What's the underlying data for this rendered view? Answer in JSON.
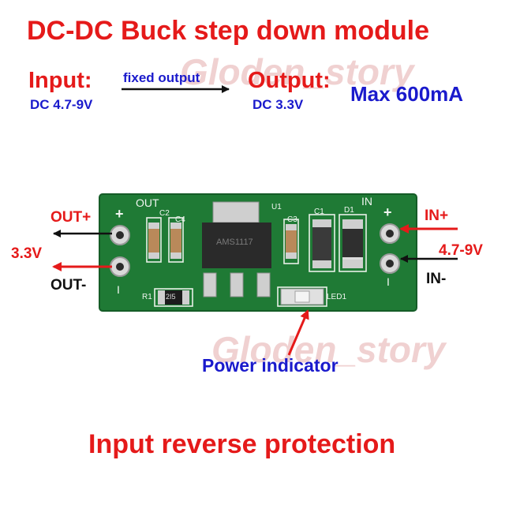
{
  "title": "DC-DC Buck step down module",
  "input": {
    "label": "Input:",
    "spec": "DC 4.7-9V"
  },
  "output": {
    "label": "Output:",
    "spec": "DC 3.3V"
  },
  "arrow_caption": "fixed output",
  "max_current": "Max 600mA",
  "board": {
    "silkscreen": {
      "out": "OUT",
      "in": "IN",
      "plus_left": "+",
      "plus_right": "+",
      "minus_left": "I",
      "minus_right": "I",
      "c2": "C2",
      "c4": "C4",
      "u1": "U1",
      "c3": "C3",
      "c1": "C1",
      "d1": "D1",
      "r1": "R1",
      "led1": "LED1",
      "chip": "AMS1117",
      "resistor": "2I5"
    }
  },
  "terminals": {
    "out_plus": "OUT+",
    "out_minus": "OUT-",
    "out_voltage": "3.3V",
    "in_plus": "IN+",
    "in_minus": "IN-",
    "in_voltage": "4.7-9V"
  },
  "power_indicator": "Power indicator",
  "footer": "Input reverse protection",
  "watermark": "Gloden_story",
  "colors": {
    "red": "#e51a1a",
    "blue": "#1a1acc",
    "board": "#1f7a35",
    "pad": "#d9d9d9"
  }
}
